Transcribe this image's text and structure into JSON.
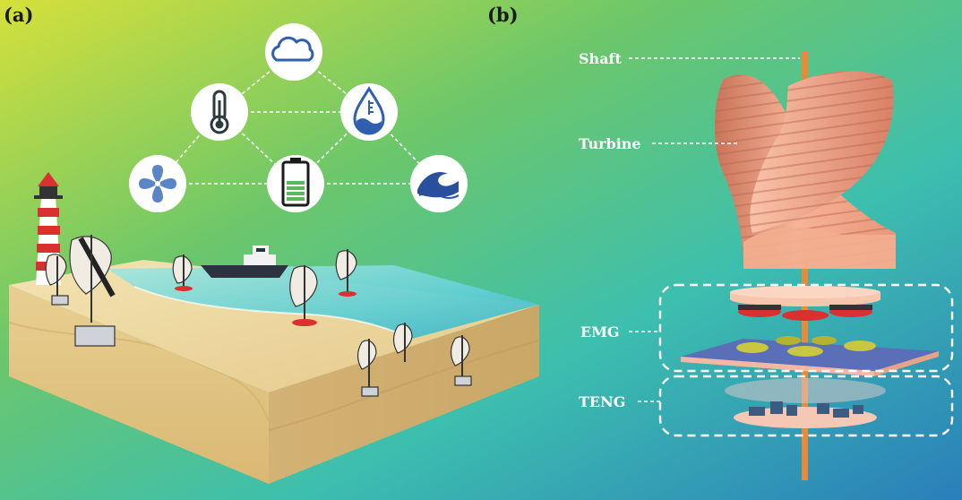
{
  "panels": {
    "a": {
      "label": "(a)"
    },
    "b": {
      "label": "(b)"
    }
  },
  "sensor_icons": [
    {
      "name": "cloud-icon",
      "color": "#2f5fae"
    },
    {
      "name": "thermometer-icon",
      "color": "#2b3a3a"
    },
    {
      "name": "water-drop-icon",
      "color": "#2f5fae"
    },
    {
      "name": "fan-icon",
      "color": "#5b86c5"
    },
    {
      "name": "battery-icon",
      "color": "#5cb85c"
    },
    {
      "name": "wave-icon",
      "color": "#2a4f9c"
    }
  ],
  "callouts": {
    "shaft": "Shaft",
    "turbine": "Turbine",
    "emg": "EMG",
    "teng": "TENG"
  },
  "colors": {
    "background_left": "#c9de3c",
    "background_mid": "#3fc0a6",
    "background_right": "#2a84b8",
    "turbine": "#f0a98b",
    "shaft": "#e88a3a",
    "sand": "#e9d196",
    "water": "#7fd6d6"
  }
}
